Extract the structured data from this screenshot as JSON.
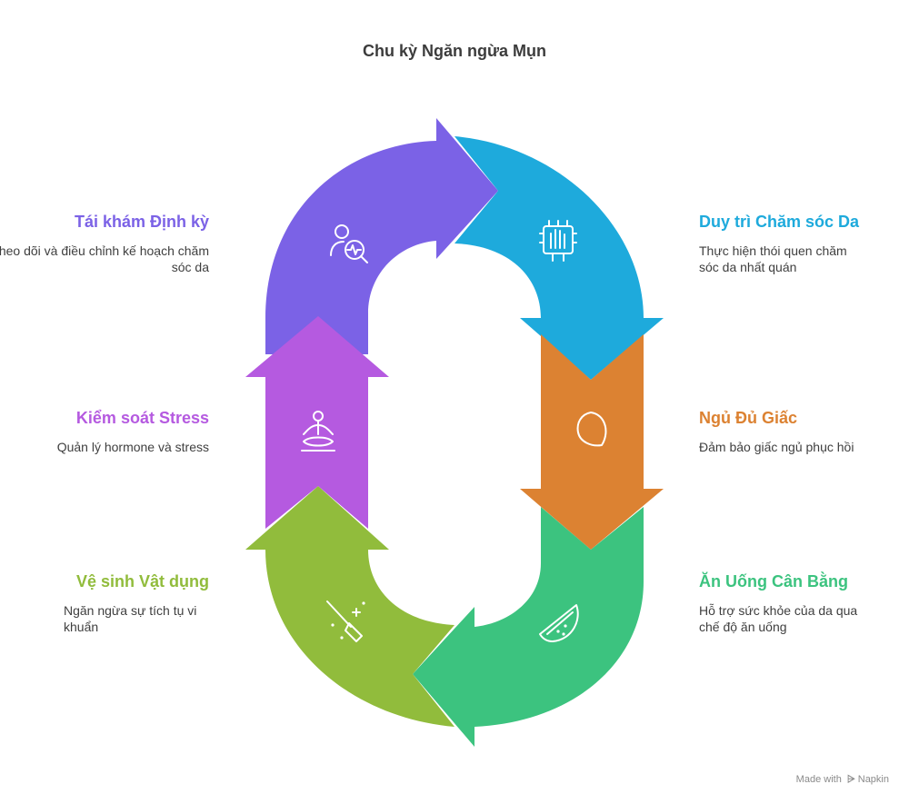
{
  "title": "Chu kỳ Ngăn ngừa Mụn",
  "colors": {
    "purple": "#7b62e6",
    "cyan": "#1eaadc",
    "orange": "#dc8232",
    "green": "#3cc37f",
    "lime": "#91bc3c",
    "violet": "#b55ae0"
  },
  "steps": [
    {
      "title": "Duy trì Chăm sóc Da",
      "desc": "Thực hiện thói quen chăm sóc da nhất quán",
      "icon": "hand-chip-icon",
      "color": "#1eaadc"
    },
    {
      "title": "Ngủ Đủ Giấc",
      "desc": "Đảm bảo giấc ngủ phục hồi",
      "icon": "moon-icon",
      "color": "#dc8232"
    },
    {
      "title": "Ăn Uống Cân Bằng",
      "desc": "Hỗ trợ sức khỏe của da qua chế độ ăn uống",
      "icon": "watermelon-icon",
      "color": "#3cc37f"
    },
    {
      "title": "Vệ sinh Vật dụng",
      "desc": "Ngăn ngừa sự tích tụ vi khuẩn",
      "icon": "broom-sparkle-icon",
      "color": "#91bc3c"
    },
    {
      "title": "Kiểm soát Stress",
      "desc": "Quản lý hormone và stress",
      "icon": "meditation-icon",
      "color": "#b55ae0"
    },
    {
      "title": "Tái khám Định kỳ",
      "desc": "Theo dõi và điều chỉnh kế hoạch chăm sóc da",
      "icon": "person-search-icon",
      "color": "#7b62e6"
    }
  ],
  "footer": {
    "made_with": "Made with",
    "brand": "Napkin"
  }
}
